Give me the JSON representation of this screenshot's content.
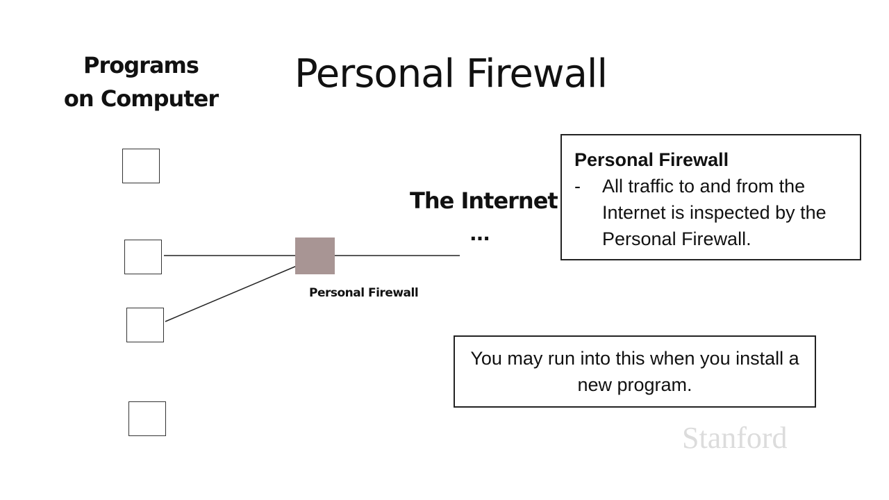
{
  "slide": {
    "title": "Personal Firewall",
    "programs_heading": [
      "Programs",
      "on Computer"
    ],
    "internet_label": "The Internet",
    "internet_ellipsis": "...",
    "firewall_label": "Personal Firewall",
    "firewall_color": "#a89594",
    "info_box": {
      "heading": "Personal Firewall",
      "bullet_dash": "-",
      "bullet_text": "All traffic to and from the Internet is inspected by the Personal Firewall."
    },
    "note": "You may run into this when you install a new program.",
    "logo": "Stanford"
  }
}
